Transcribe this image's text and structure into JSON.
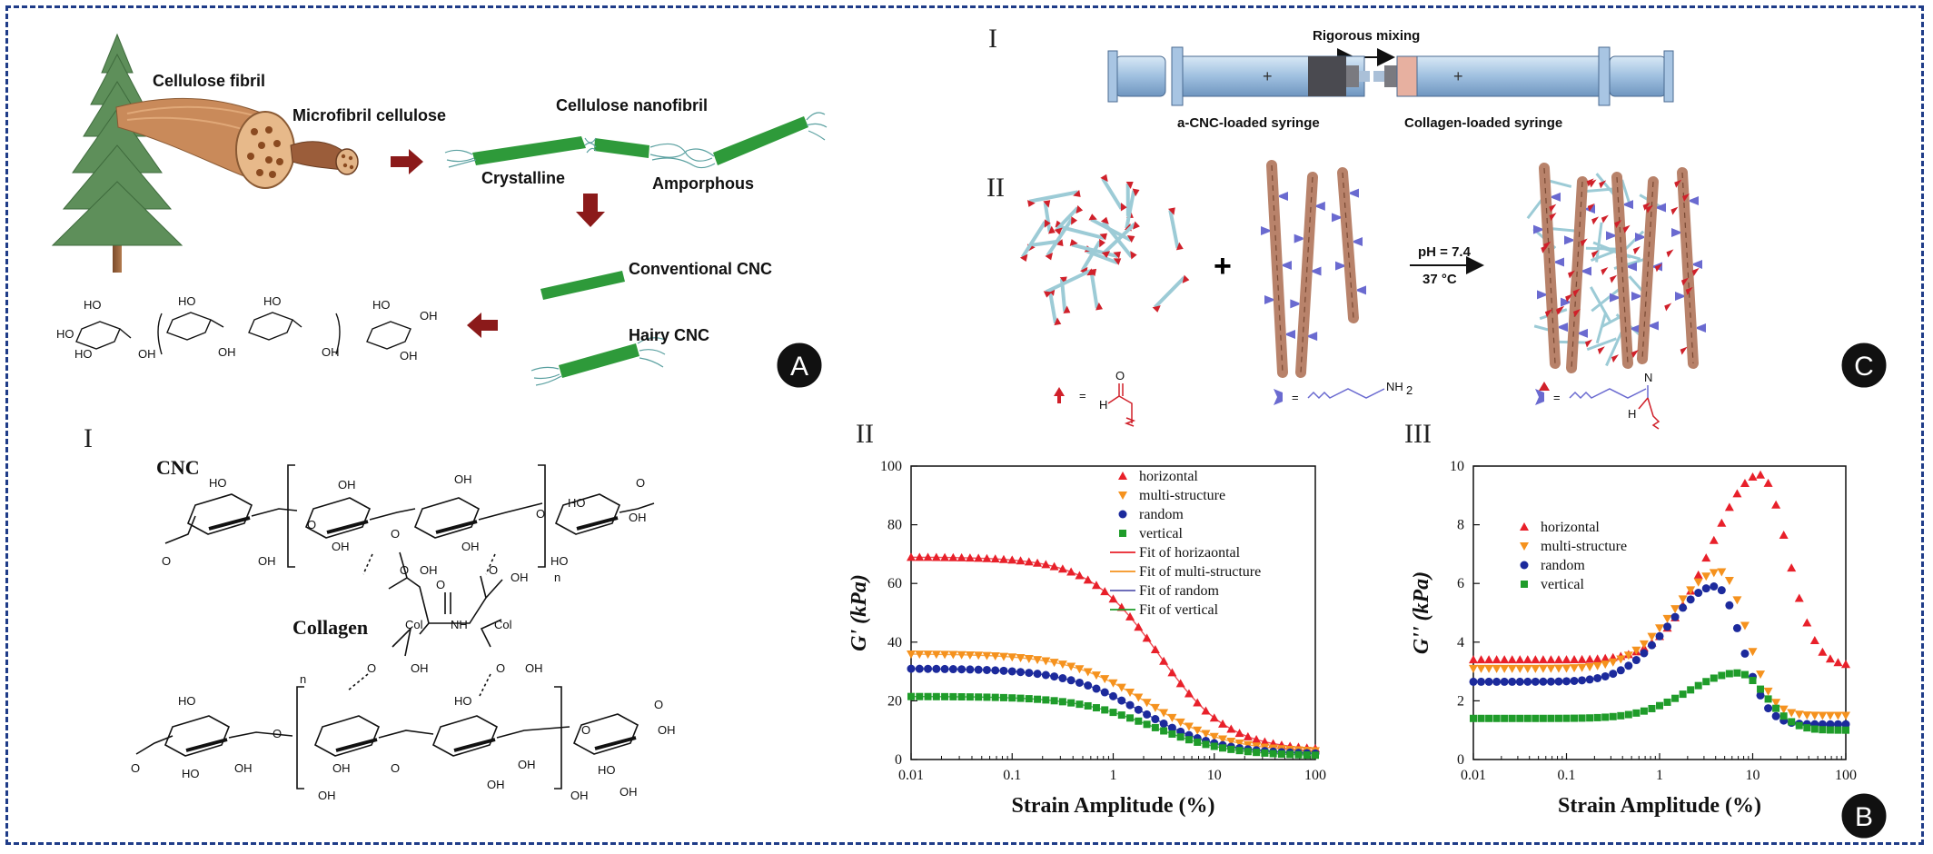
{
  "panel_a": {
    "badge": "A",
    "labels": {
      "cellulose_fibril": "Cellulose fibril",
      "microfibril": "Microfibril cellulose",
      "nanofibril": "Cellulose nanofibril",
      "crystalline": "Crystalline",
      "amorphous": "Amporphous",
      "conventional_cnc": "Conventional CNC",
      "hairy_cnc": "Hairy CNC"
    },
    "colors": {
      "fibril": "#c98a5a",
      "cnc": "#2e9a3a",
      "arrow": "#8b1a1a"
    }
  },
  "panel_c": {
    "badge": "C",
    "part1_label": "I",
    "part2_label": "II",
    "mixing": "Rigorous mixing",
    "syringe_left": "a-CNC-loaded syringe",
    "syringe_right": "Collagen-loaded syringe",
    "conditions": [
      "pH = 7.4",
      "37 °C"
    ],
    "plus": "+",
    "eq": "=",
    "aldehyde_o": "O",
    "aldehyde_h": "H",
    "amine": "NH",
    "amine_sub": "2",
    "imine_n": "N",
    "imine_h": "H"
  },
  "panel_b1": {
    "label": "I",
    "cnc": "CNC",
    "collagen": "Collagen",
    "atoms": {
      "ho": "HO",
      "oh": "OH",
      "o": "O",
      "col": "Col",
      "nh": "NH",
      "n": "n"
    }
  },
  "panel_b": {
    "badge": "B"
  },
  "chart_data": [
    {
      "panel": "II",
      "type": "scatter",
      "ylabel": "G' (kPa)",
      "xlabel": "Strain Amplitude (%)",
      "xscale": "log",
      "xlim": [
        0.01,
        100
      ],
      "ylim": [
        0,
        100
      ],
      "xticks": [
        "0.01",
        "0.1",
        "1",
        "10",
        "100"
      ],
      "yticks": [
        "0",
        "20",
        "40",
        "60",
        "80",
        "100"
      ],
      "legend_position": "top-right",
      "series": [
        {
          "name": "horizontal",
          "marker": "triangle-up",
          "color": "#e8202a",
          "plateau": 69,
          "end": 3,
          "mid": 2.8,
          "slope": 1.25
        },
        {
          "name": "multi-structure",
          "marker": "triangle-down",
          "color": "#f5921e",
          "plateau": 36,
          "end": 2.5,
          "mid": 2.2,
          "slope": 1.1
        },
        {
          "name": "random",
          "marker": "circle",
          "color": "#1c2a9c",
          "plateau": 31,
          "end": 1.8,
          "mid": 1.9,
          "slope": 1.15
        },
        {
          "name": "vertical",
          "marker": "square",
          "color": "#1f9c2a",
          "plateau": 21.5,
          "end": 1.2,
          "mid": 2.4,
          "slope": 1.15
        }
      ],
      "fit_legend": [
        {
          "name": "Fit of horizaontal",
          "color": "#e8202a"
        },
        {
          "name": "Fit of multi-structure",
          "color": "#f5921e"
        },
        {
          "name": "Fit of random",
          "color": "#5a5ab0"
        },
        {
          "name": "Fit of vertical",
          "color": "#1f9c2a"
        }
      ]
    },
    {
      "panel": "III",
      "type": "scatter",
      "ylabel": "G'' (kPa)",
      "xlabel": "Strain Amplitude (%)",
      "xscale": "log",
      "xlim": [
        0.01,
        100
      ],
      "ylim": [
        0,
        10
      ],
      "xticks": [
        "0.01",
        "0.1",
        "1",
        "10",
        "100"
      ],
      "yticks": [
        "0",
        "2",
        "4",
        "6",
        "8",
        "10"
      ],
      "legend_position": "top-left",
      "series": [
        {
          "name": "horizontal",
          "marker": "triangle-up",
          "color": "#e8202a",
          "base": 3.4,
          "peak": 9.7,
          "peak_x": 12,
          "end": 3.2,
          "width": 0.75
        },
        {
          "name": "multi-structure",
          "marker": "triangle-down",
          "color": "#f5921e",
          "base": 3.1,
          "peak": 6.4,
          "peak_x": 4.5,
          "end": 1.5,
          "width": 0.7
        },
        {
          "name": "random",
          "marker": "circle",
          "color": "#1c2a9c",
          "base": 2.65,
          "peak": 5.9,
          "peak_x": 4,
          "end": 1.2,
          "width": 0.7
        },
        {
          "name": "vertical",
          "marker": "square",
          "color": "#1f9c2a",
          "base": 1.4,
          "peak": 2.95,
          "peak_x": 7,
          "end": 1.0,
          "width": 0.75
        }
      ]
    }
  ]
}
